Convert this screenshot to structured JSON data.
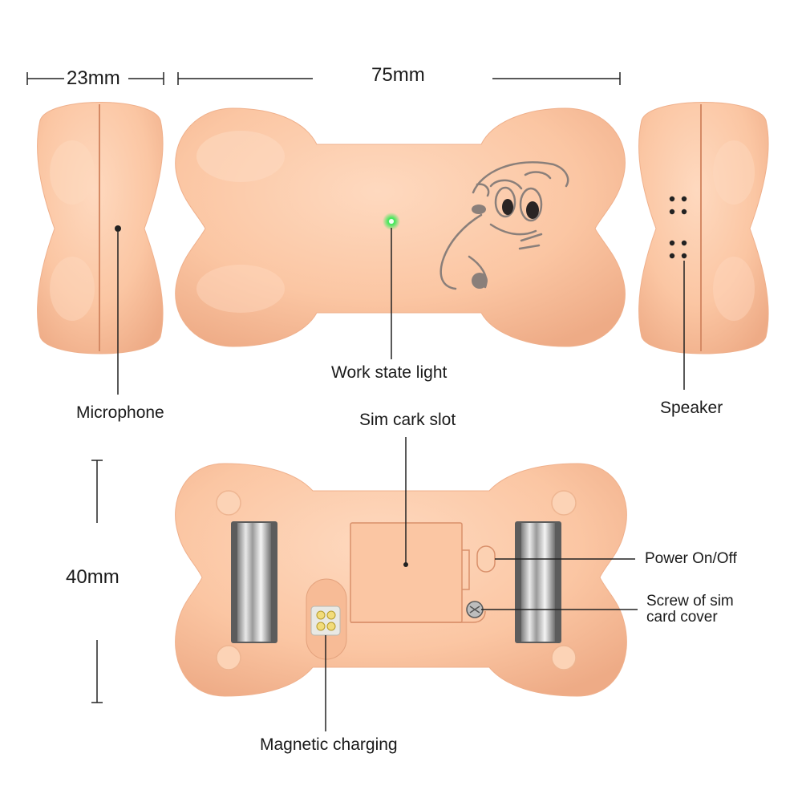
{
  "dimensions": {
    "width_label": "23mm",
    "length_label": "75mm",
    "height_label": "40mm"
  },
  "callouts": {
    "microphone": "Microphone",
    "work_state_light": "Work state light",
    "speaker": "Speaker",
    "sim_slot": "Sim cark slot",
    "power": "Power On/Off",
    "screw_line1": "Screw of sim",
    "screw_line2": "card cover",
    "charging": "Magnetic charging"
  },
  "colors": {
    "body": "#fbc8a6",
    "body_shade": "#eda984",
    "led": "#33e04a",
    "line": "#222222",
    "text": "#1a1a1a"
  }
}
